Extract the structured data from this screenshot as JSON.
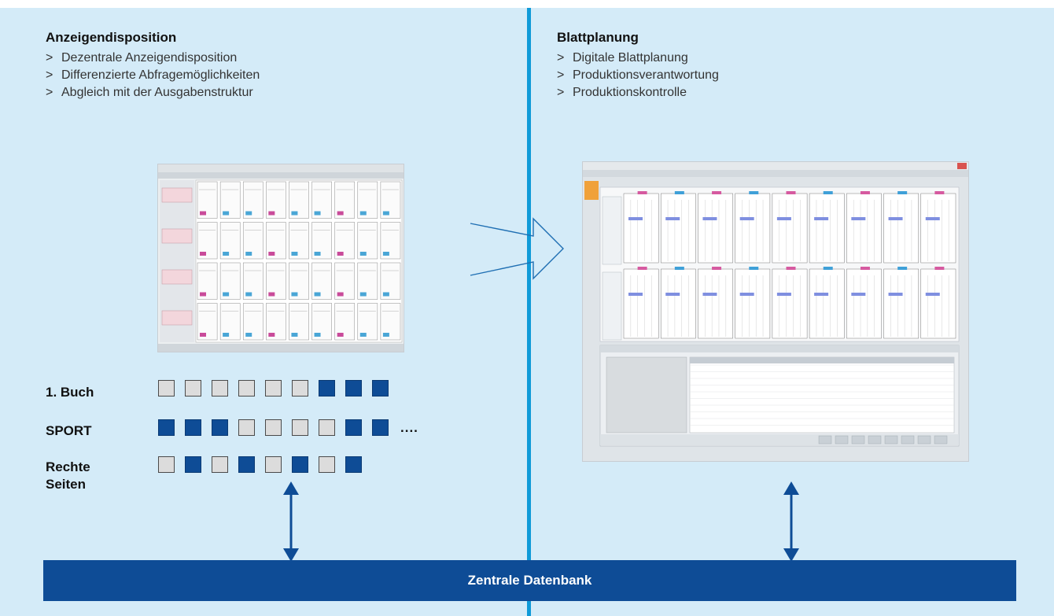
{
  "left_panel": {
    "title": "Anzeigendisposition",
    "bullet_marker": ">",
    "bullets": [
      "Dezentrale Anzeigendisposition",
      "Differenzierte Abfragemöglichkeiten",
      "Abgleich mit der Ausgabenstruktur"
    ]
  },
  "right_panel": {
    "title": "Blattplanung",
    "bullet_marker": ">",
    "bullets": [
      "Digitale Blattplanung",
      "Produktionsverantwortung",
      "Produktionskontrolle"
    ]
  },
  "rows": [
    {
      "label": "1. Buch",
      "squares": [
        0,
        0,
        0,
        0,
        0,
        0,
        1,
        1,
        1
      ],
      "suffix": ""
    },
    {
      "label": "SPORT",
      "squares": [
        1,
        1,
        1,
        0,
        0,
        0,
        0,
        1,
        1
      ],
      "suffix": "...."
    },
    {
      "label": "Rechte Seiten",
      "squares": [
        0,
        1,
        0,
        1,
        0,
        1,
        0,
        1
      ],
      "suffix": ""
    }
  ],
  "database": {
    "label": "Zentrale Datenbank"
  },
  "colors": {
    "background": "#d4ebf8",
    "divider": "#0f9ad8",
    "dark_blue": "#0e4c96",
    "grey_square": "#dcdcdc"
  }
}
